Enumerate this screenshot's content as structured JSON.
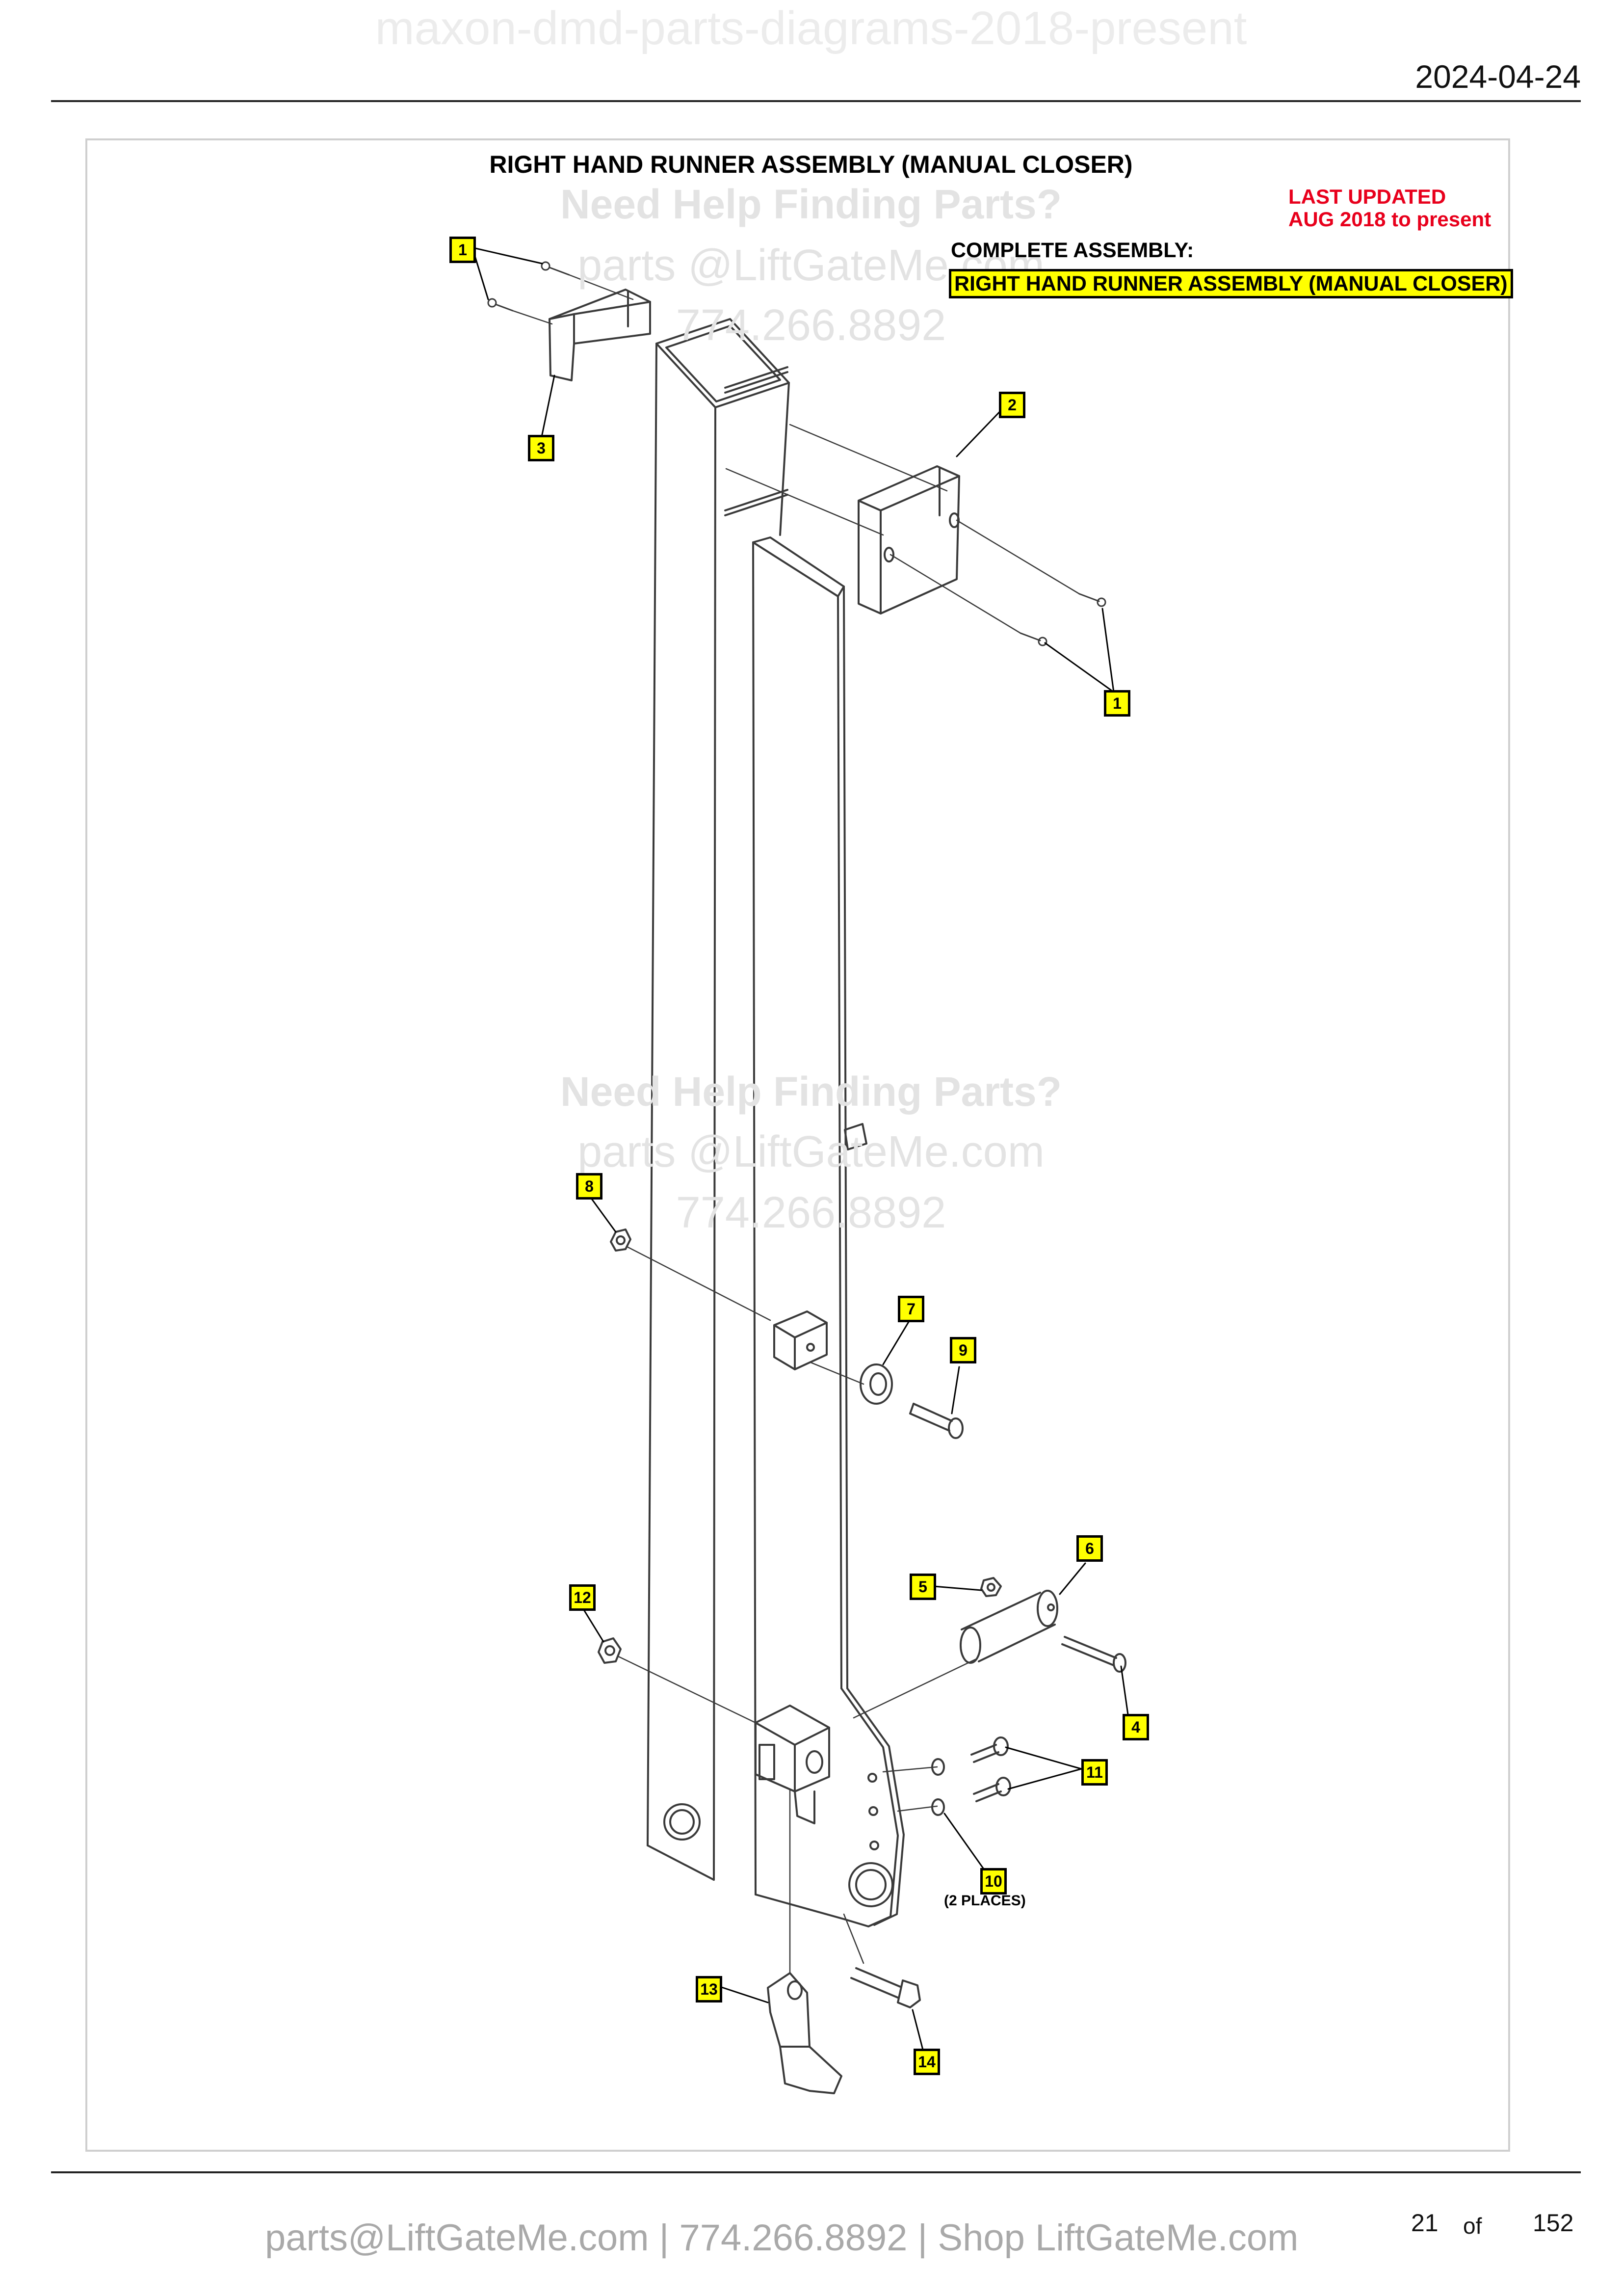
{
  "header": {
    "watermark_title": "maxon-dmd-parts-diagrams-2018-present",
    "date": "2024-04-24"
  },
  "diagram": {
    "title": "RIGHT HAND RUNNER ASSEMBLY (MANUAL CLOSER)",
    "last_updated_line1": "LAST UPDATED",
    "last_updated_line2": "AUG 2018 to present",
    "complete_assembly_label": "COMPLETE ASSEMBLY:",
    "complete_assembly_name": "RIGHT HAND RUNNER ASSEMBLY (MANUAL CLOSER)",
    "callouts": {
      "c1a": "1",
      "c1b": "1",
      "c2": "2",
      "c3": "3",
      "c4": "4",
      "c5": "5",
      "c6": "6",
      "c7": "7",
      "c8": "8",
      "c9": "9",
      "c10": "10",
      "c11": "11",
      "c12": "12",
      "c13": "13",
      "c14": "14"
    },
    "note_10": "(2 PLACES)"
  },
  "watermarks": {
    "help_heading": "Need Help Finding Parts?",
    "help_email": "parts @LiftGateMe.com",
    "help_phone": "774.266.8892"
  },
  "footer": {
    "contact": "parts@LiftGateMe.com | 774.266.8892 | Shop LiftGateMe.com",
    "page_current": "21",
    "page_of": "of",
    "page_total": "152"
  }
}
